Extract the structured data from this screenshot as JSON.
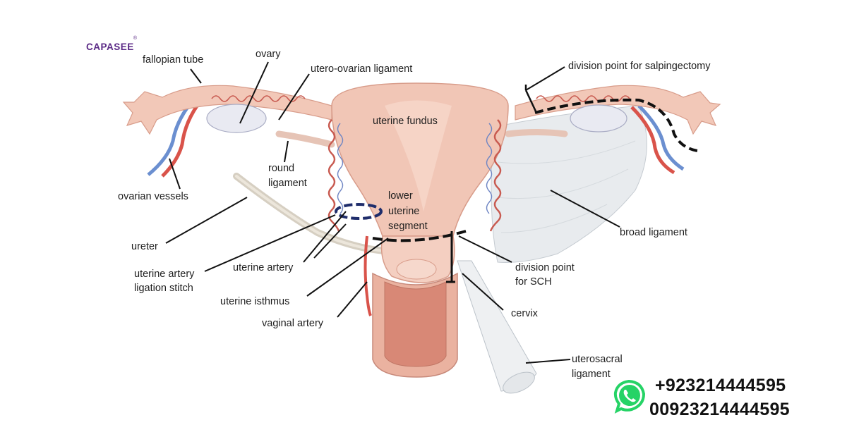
{
  "logo": {
    "text": "CAPASEE",
    "mark": "®"
  },
  "labels": {
    "fallopian_tube": "fallopian tube",
    "ovary": "ovary",
    "utero_ovarian_ligament": "utero-ovarian ligament",
    "division_salpingectomy": "division point for salpingectomy",
    "uterine_fundus": "uterine fundus",
    "round_ligament_1": "round",
    "round_ligament_2": "ligament",
    "ovarian_vessels": "ovarian vessels",
    "lower_segment_1": "lower",
    "lower_segment_2": "uterine",
    "lower_segment_3": "segment",
    "broad_ligament": "broad ligament",
    "ureter": "ureter",
    "uterine_artery": "uterine artery",
    "ligation_stitch_1": "uterine artery",
    "ligation_stitch_2": "ligation stitch",
    "division_sch_1": "division point",
    "division_sch_2": "for SCH",
    "uterine_isthmus": "uterine isthmus",
    "cervix": "cervix",
    "vaginal_artery": "vaginal artery",
    "uterosacral_1": "uterosacral",
    "uterosacral_2": "ligament"
  },
  "contact": {
    "icon": "whatsapp-icon",
    "phone_1": "+923214444595",
    "phone_2": "00923214444595"
  },
  "colors": {
    "tissue": "#f0c3b3",
    "tissue_dark": "#d99a88",
    "artery": "#d9534a",
    "vein": "#5b7fbf",
    "ligament": "#e9ecef",
    "stitch": "#1f2d6b",
    "logo": "#5b2a86",
    "whatsapp": "#25d366"
  }
}
